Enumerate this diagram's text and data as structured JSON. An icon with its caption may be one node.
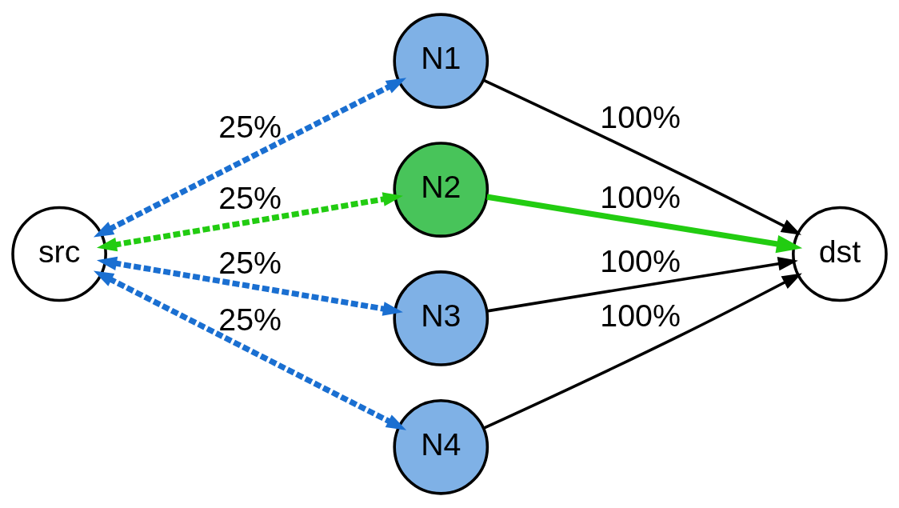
{
  "diagram": {
    "nodes": [
      {
        "text": [
          "src"
        ]
      },
      {
        "text": [
          "N1"
        ]
      },
      {
        "text": [
          "N2"
        ]
      },
      {
        "text": [
          "N3"
        ]
      },
      {
        "text": [
          "N4"
        ]
      },
      {
        "text": [
          "dst"
        ]
      }
    ],
    "edges": [
      {
        "from": 0,
        "to": 1,
        "arrow": "both",
        "label": "25%",
        "style": "dashed",
        "color": "#1a6fd1"
      },
      {
        "from": 0,
        "to": 2,
        "arrow": "both",
        "label": "25%",
        "style": "dashed",
        "color": "#22cc11"
      },
      {
        "from": 0,
        "to": 3,
        "arrow": "both",
        "label": "25%",
        "style": "dashed",
        "color": "#1a6fd1"
      },
      {
        "from": 0,
        "to": 4,
        "arrow": "both",
        "label": "25%",
        "style": "dashed",
        "color": "#1a6fd1"
      },
      {
        "from": 1,
        "to": 5,
        "arrow": "to",
        "label": "100%",
        "color": "#000000"
      },
      {
        "from": 2,
        "to": 5,
        "arrow": "to",
        "label": "100%",
        "color": "#22cc11"
      },
      {
        "from": 3,
        "to": 5,
        "arrow": "to",
        "label": "100%",
        "color": "#000000"
      },
      {
        "from": 4,
        "to": 5,
        "arrow": "to",
        "label": "100%",
        "color": "#000000"
      }
    ]
  }
}
